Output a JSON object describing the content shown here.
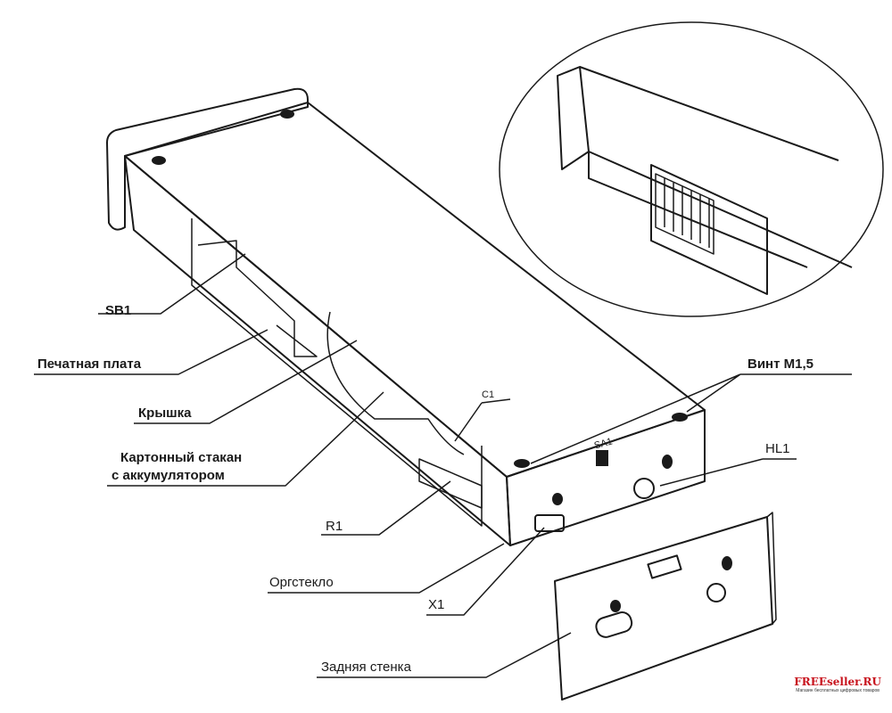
{
  "labels": {
    "sb1": "SB1",
    "pcb": "Печатная плата",
    "cover": "Крышка",
    "cup_line1": "Картонный стакан",
    "cup_line2": "с аккумулятором",
    "r1": "R1",
    "plexiglass": "Оргстекло",
    "x1": "X1",
    "back_wall": "Задняя стенка",
    "screw": "Винт М1,5",
    "hl1": "HL1",
    "c1": "C1",
    "sa1": "SA1"
  },
  "watermark": {
    "title": "FREEseller.RU",
    "subtitle": "Магазин бесплатных цифровых товаров"
  },
  "colors": {
    "ink": "#1a1a1a",
    "watermark": "#c8141e"
  }
}
